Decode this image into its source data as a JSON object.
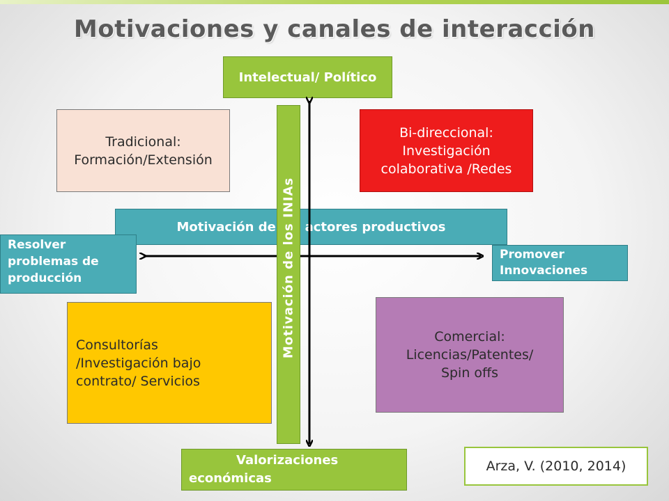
{
  "title": "Motivaciones y canales de interacción",
  "axis": {
    "top": "Intelectual/ Político",
    "bottom_line1": "Valorizaciones",
    "bottom_line2": "económicas",
    "left_line1": "Resolver",
    "left_line2": "problemas de",
    "left_line3": "producción",
    "right_line1": "Promover",
    "right_line2": "Innovaciones",
    "horizontal_band": "Motivación de los actores productivos",
    "vertical_band": "Motivación de los INIAs"
  },
  "quadrants": {
    "top_left": {
      "line1": "Tradicional:",
      "line2": "Formación/Extensión",
      "color": "#f9e1d5"
    },
    "top_right": {
      "line1": "Bi-direccional:",
      "line2": "Investigación",
      "line3": "colaborativa /Redes",
      "color": "#ee1c1c"
    },
    "bottom_left": {
      "line1": "Consultorías",
      "line2": "/Investigación bajo",
      "line3": "contrato/ Servicios",
      "color": "#ffc800"
    },
    "bottom_right": {
      "line1": "Comercial:",
      "line2": "Licencias/Patentes/",
      "line3": "Spin offs",
      "color": "#b57cb5"
    }
  },
  "citation": "Arza, V. (2010, 2014)"
}
